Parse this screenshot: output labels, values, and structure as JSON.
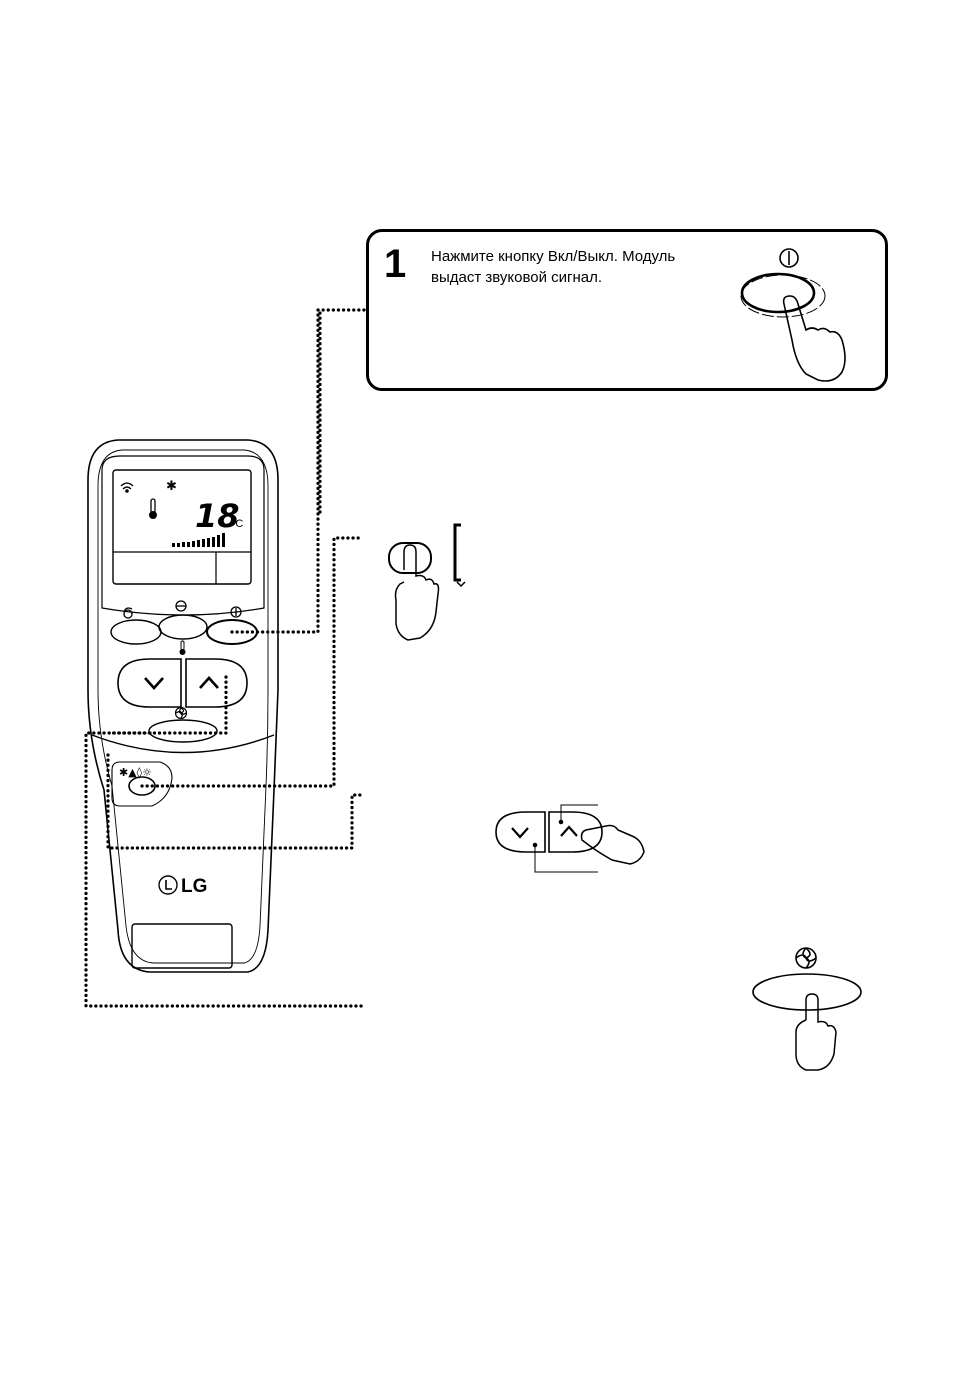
{
  "step1": {
    "number": "1",
    "text": "Нажмите кнопку Вкл/Выкл. Модуль выдаст звуковой сигнал."
  },
  "remote": {
    "display_temperature": "18",
    "display_unit": "°C",
    "brand": "LG"
  }
}
